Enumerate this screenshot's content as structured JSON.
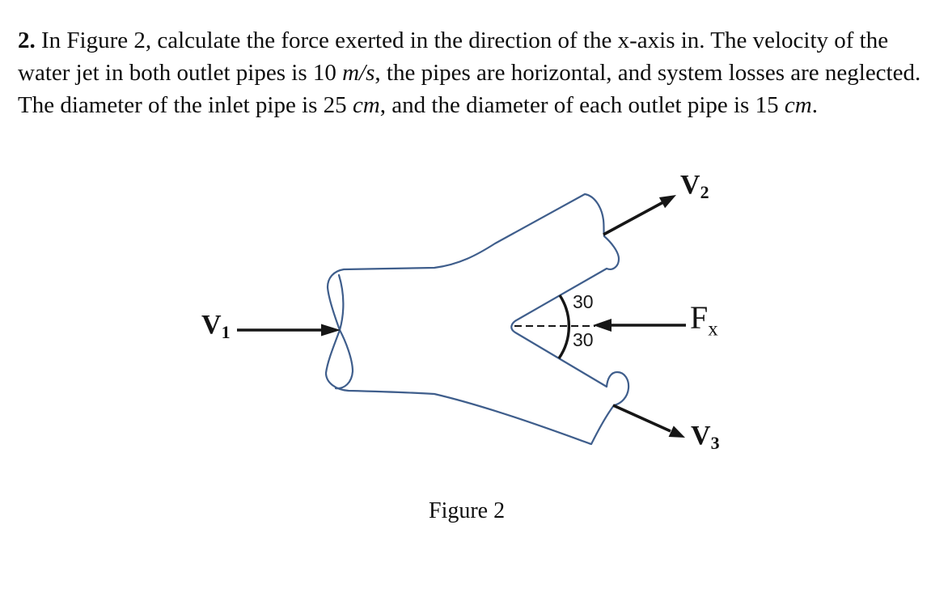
{
  "problem": {
    "lines": [
      {
        "segments": [
          {
            "text": "2.",
            "bold": true
          },
          {
            "text": " In Figure 2, calculate the force exerted in the direction of the x-axis in. The velocity of the"
          }
        ]
      },
      {
        "segments": [
          {
            "text": "water jet in both outlet pipes is 10 "
          },
          {
            "text": "m/s",
            "italic": true
          },
          {
            "text": ", the pipes are horizontal, and system losses are neglected."
          }
        ]
      },
      {
        "segments": [
          {
            "text": "The diameter of the inlet pipe is 25 "
          },
          {
            "text": "cm",
            "italic": true
          },
          {
            "text": ", and the diameter of each outlet pipe is 15 "
          },
          {
            "text": "cm",
            "italic": true
          },
          {
            "text": "."
          }
        ]
      }
    ]
  },
  "figure": {
    "caption": "Figure 2",
    "labels": {
      "v1": {
        "base": "V",
        "sub": "1"
      },
      "v2": {
        "base": "V",
        "sub": "2"
      },
      "v3": {
        "base": "V",
        "sub": "3"
      },
      "fx": {
        "base": "F",
        "sub": "x"
      },
      "angle_upper": "30",
      "angle_lower": "30"
    },
    "colors": {
      "pipe_outline": "#3f5e8c",
      "arrows_and_text": "#161616",
      "background": "#ffffff"
    }
  }
}
